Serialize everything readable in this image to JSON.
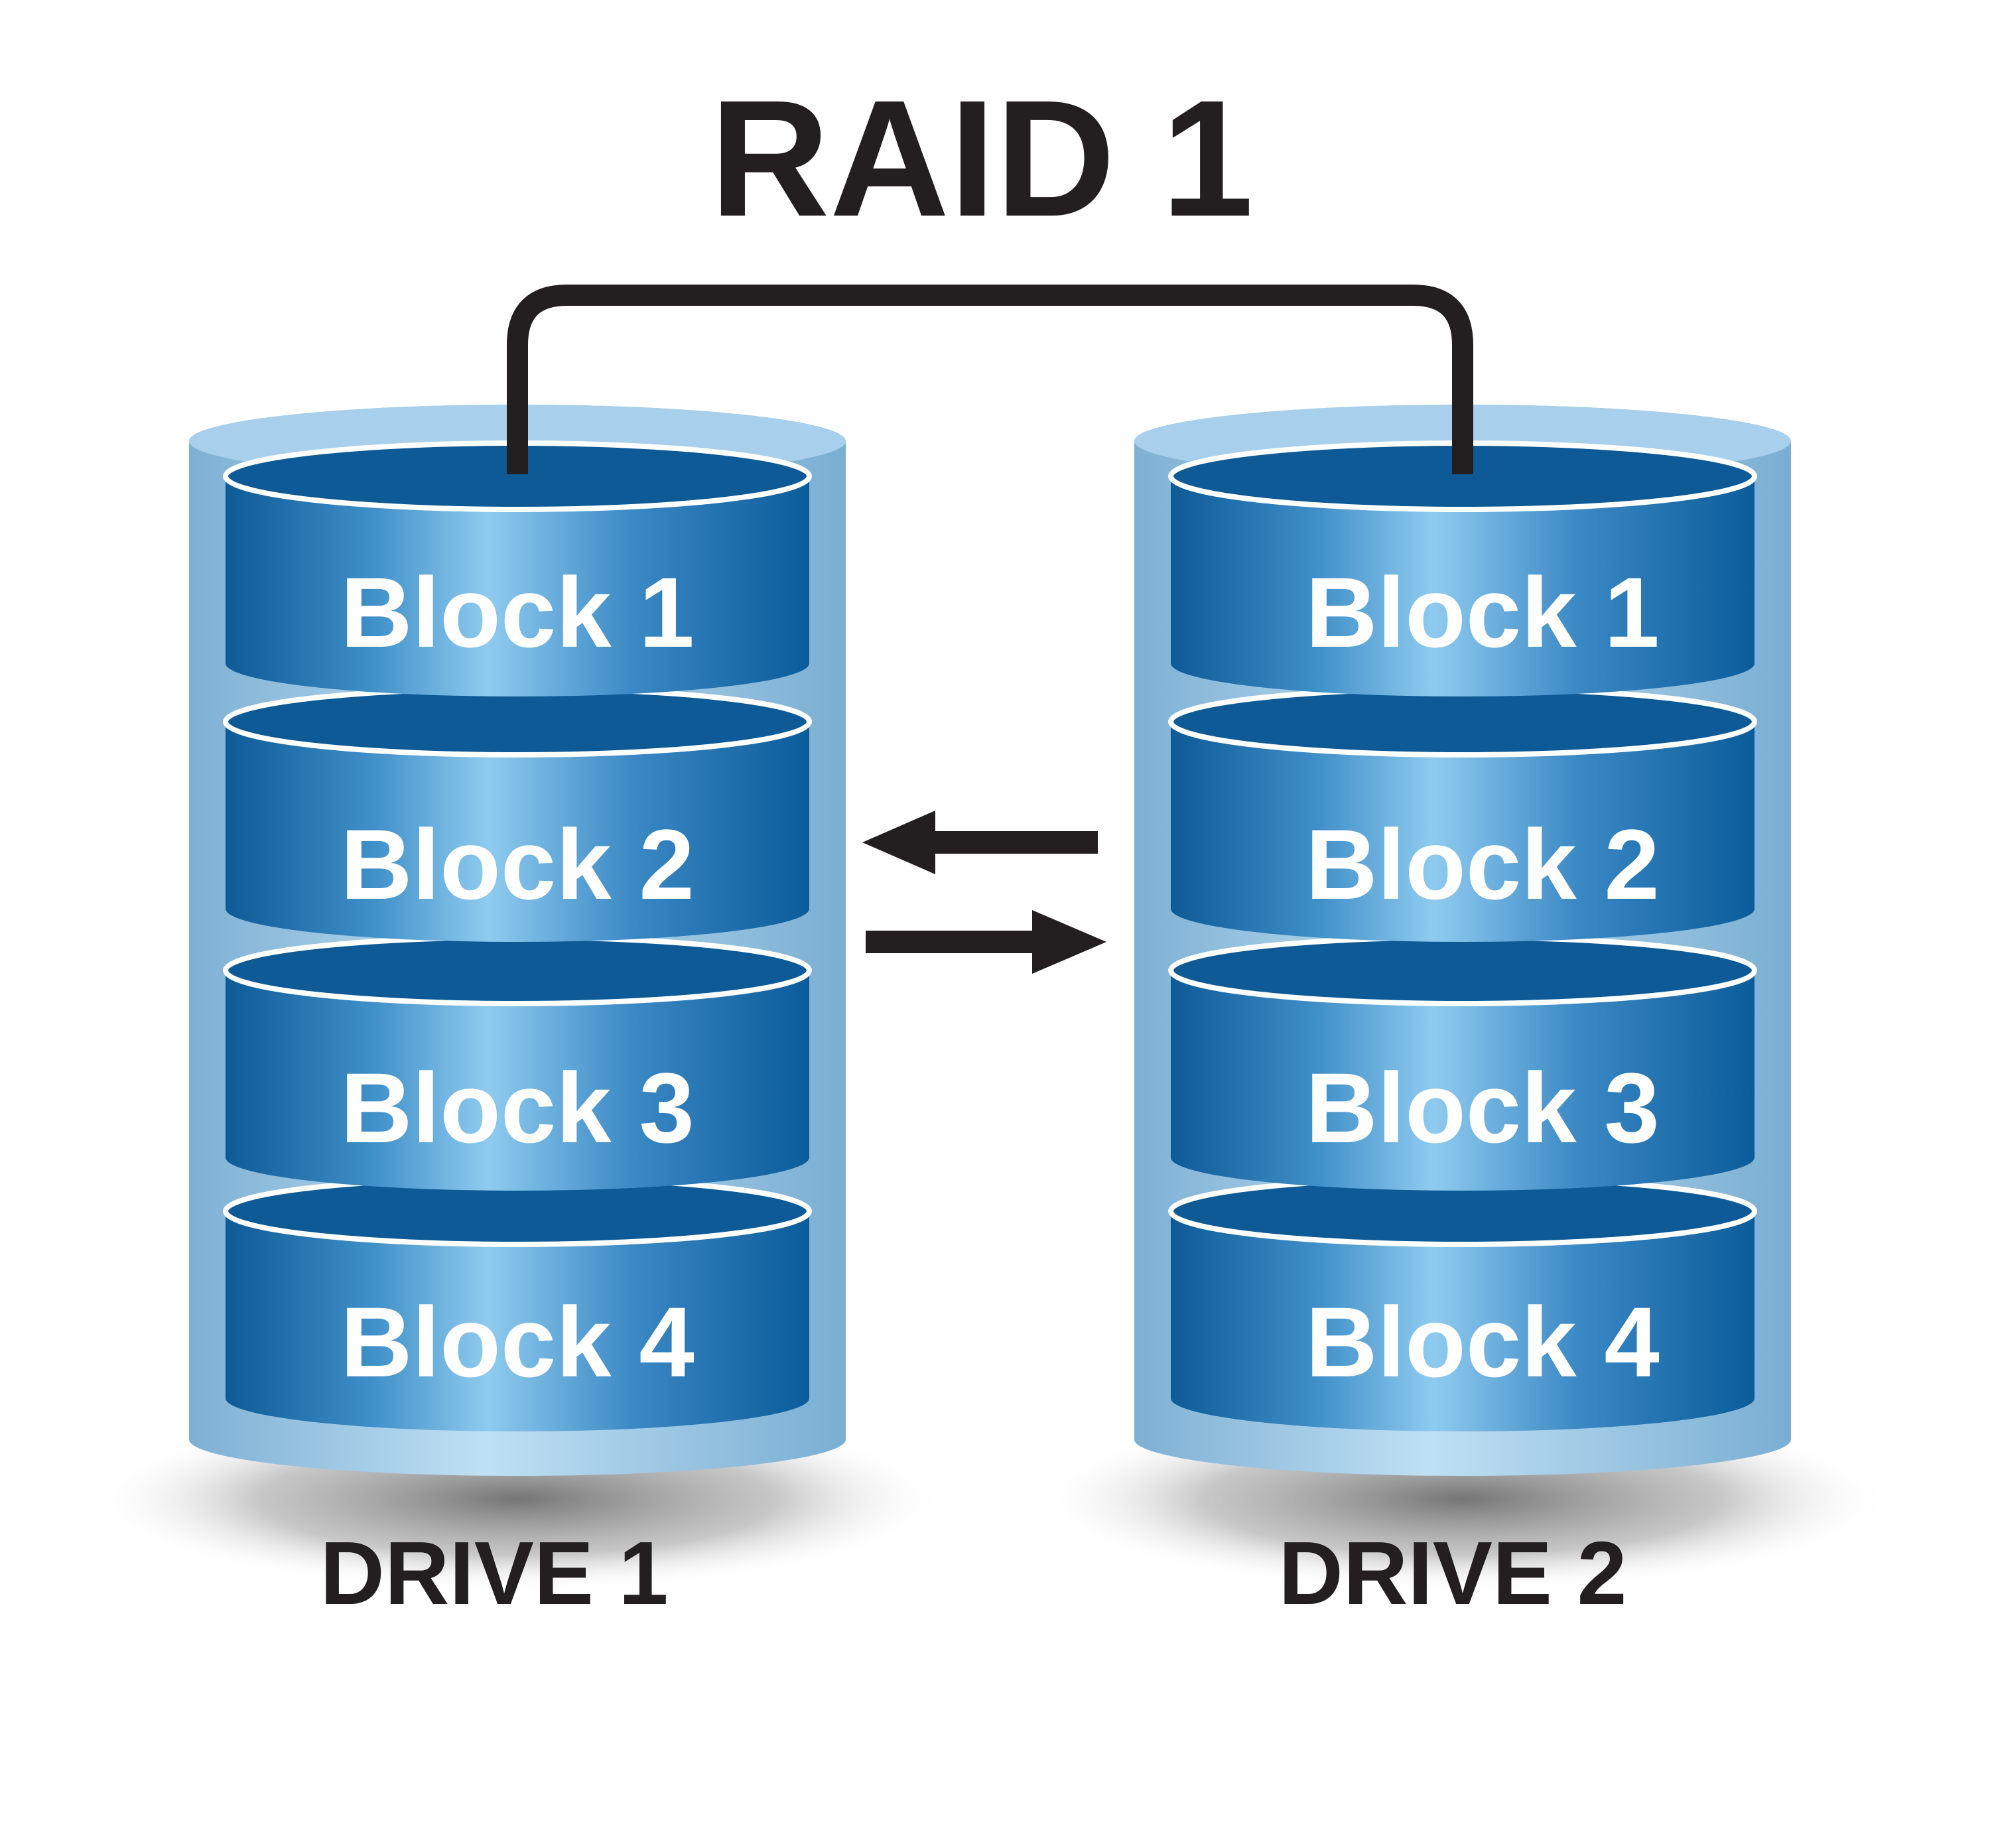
{
  "title": "RAID 1",
  "drives": [
    {
      "label": "DRIVE 1",
      "blocks": [
        "Block 1",
        "Block 2",
        "Block 3",
        "Block 4"
      ]
    },
    {
      "label": "DRIVE 2",
      "blocks": [
        "Block 1",
        "Block 2",
        "Block 3",
        "Block 4"
      ]
    }
  ],
  "colors": {
    "outline": "#231f20",
    "disk_dark": "#0d5a96",
    "disk_light": "#8fcbef",
    "outer_shell": "#7fb3d5",
    "background": "#ffffff"
  }
}
